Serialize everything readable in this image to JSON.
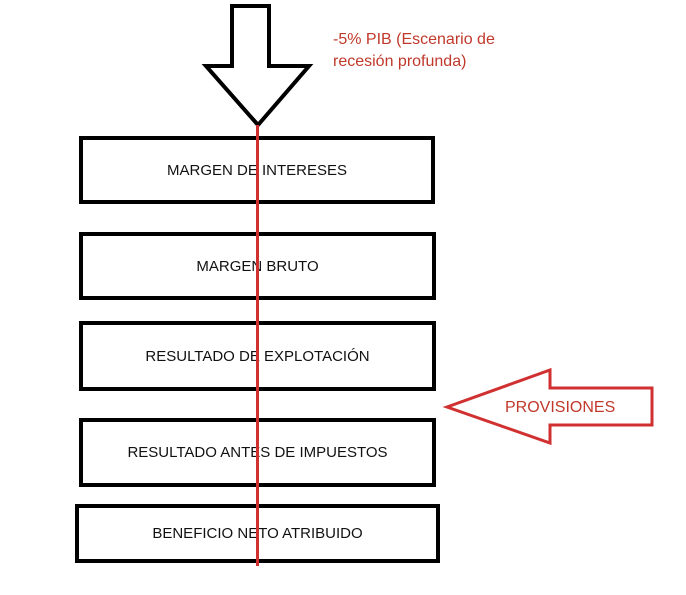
{
  "scenario_label": "-5% PIB (Escenario de recesión profunda)",
  "boxes": [
    {
      "label": "MARGEN DE INTERESES"
    },
    {
      "label": "MARGEN BRUTO"
    },
    {
      "label": "RESULTADO DE EXPLOTACIÓN"
    },
    {
      "label": "RESULTADO ANTES DE IMPUESTOS"
    },
    {
      "label": "BENEFICIO NETO ATRIBUIDO"
    }
  ],
  "provisions_label": "PROVISIONES",
  "colors": {
    "stroke": "#000000",
    "accent": "#d03030",
    "text_red": "#c0392b"
  }
}
